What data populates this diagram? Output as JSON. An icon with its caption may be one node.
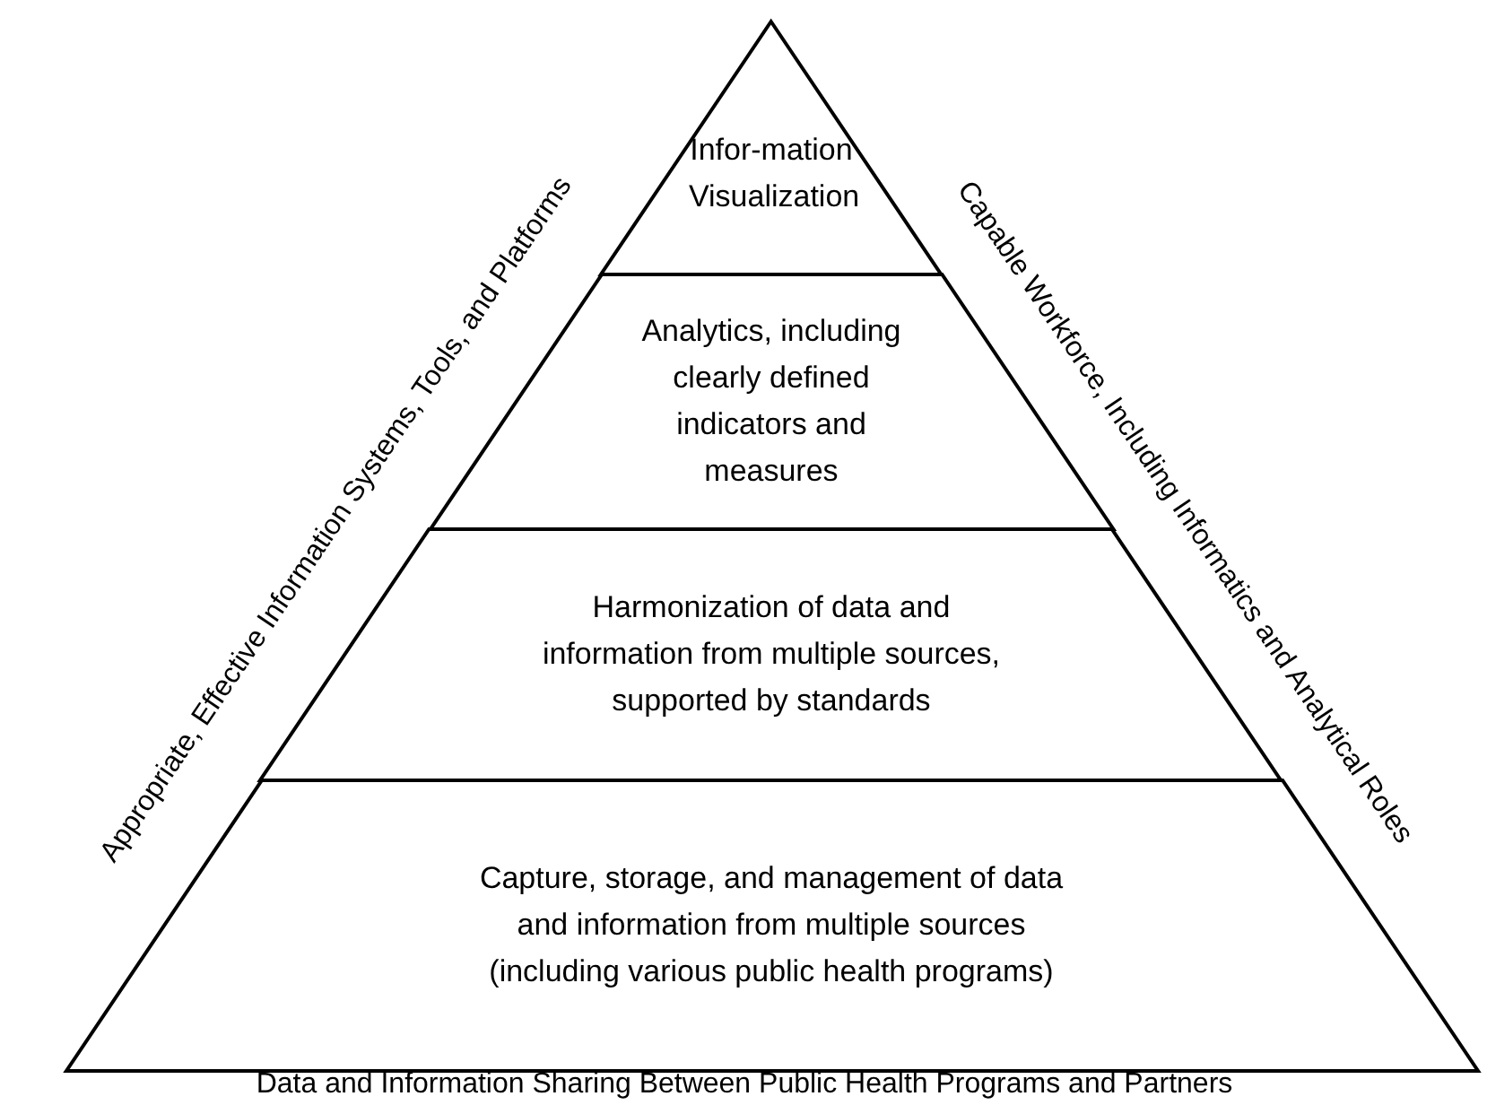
{
  "diagram": {
    "nodes": [
      {
        "text": [
          "Infor-mation Visualization"
        ]
      },
      {
        "text": [
          "Analytics, including clearly defined indicators and measures"
        ]
      },
      {
        "text": [
          "Harmonization of data and information from multiple sources, supported by standards"
        ]
      },
      {
        "text": [
          "Capture, storage, and management of data and information from multiple sources (including various public health programs)"
        ]
      }
    ],
    "labels": [
      "Appropriate, Effective Information Systems, Tools, and Platforms",
      "Capable Workforce, Including Informatics and Analytical Roles",
      "Data and Information Sharing Between Public Health Programs and Partners"
    ]
  }
}
